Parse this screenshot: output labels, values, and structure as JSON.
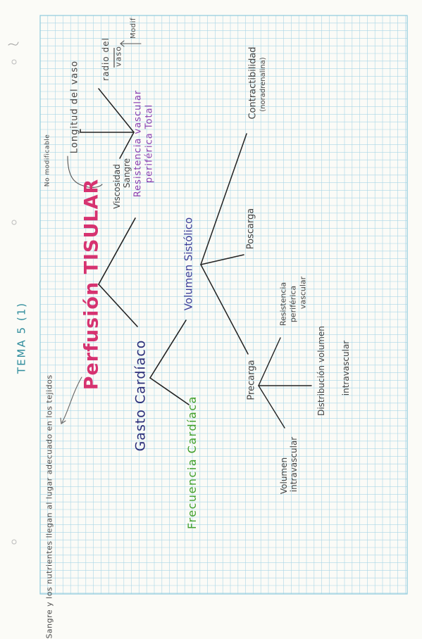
{
  "title": "TEMA 5 (1)",
  "root": "Perfusión TISULAR",
  "root_note": "Sangre y los nutrientes llegan al lugar adecuado en los tejidos",
  "gasto": "Gasto Cardíaco",
  "frecuencia": "Frecuencia Cardíaca",
  "volumen_sistolico": "Volumen Sistólico",
  "precarga": "Precarga",
  "poscarga": "Poscarga",
  "contractibilidad": "Contractibilidad",
  "noradrenalina": "(noradrenalina)",
  "volumen_intravascular": [
    "Volumen",
    "intravascular"
  ],
  "distribucion": [
    "Distribución volumen",
    "intravascular"
  ],
  "resistencia_vascular": [
    "Resistencia",
    "periférica",
    "vascular"
  ],
  "rvpt": [
    "Resistencia vascular",
    "periférica Total"
  ],
  "viscosidad": [
    "Viscosidad",
    "Sangre"
  ],
  "longitud": "Longitud del vaso",
  "radio": [
    "radio del",
    "vaso"
  ],
  "no_modificable": "No modificable",
  "modif": "Modif",
  "colors": {
    "pink": "#d63370",
    "navy": "#2a2e7a",
    "green": "#41a02c",
    "purple": "#8a3fb0",
    "grid": "#a9d6e6"
  }
}
